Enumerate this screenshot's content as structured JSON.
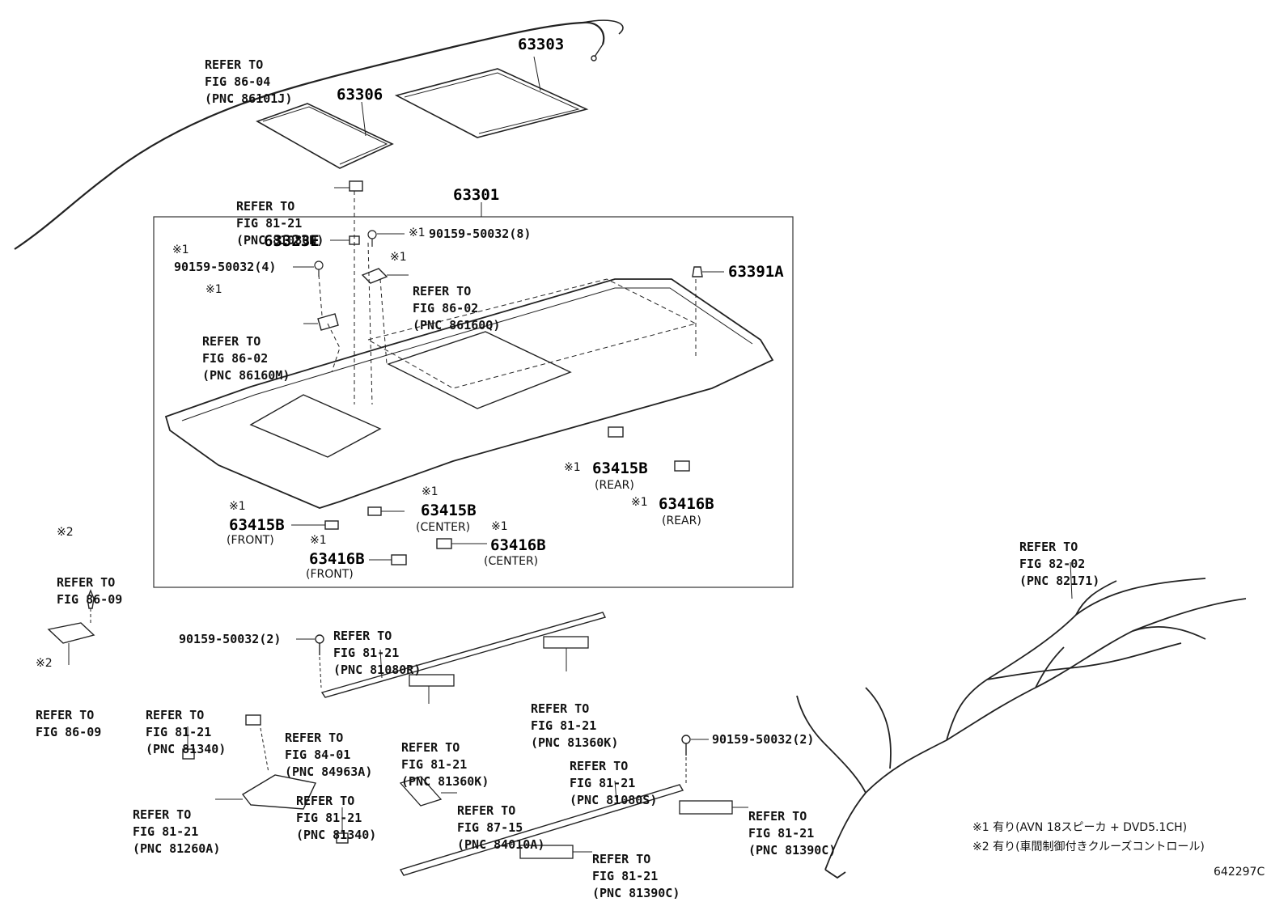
{
  "parts": {
    "p63303": "63303",
    "p63306": "63306",
    "p63301": "63301",
    "p63323e": "63323E",
    "p63391a": "63391A",
    "p63415b_rear": "63415B",
    "p63416b_rear": "63416B",
    "p63415b_center": "63415B",
    "p63416b_center": "63416B",
    "p63415b_front": "63415B",
    "p63416b_front": "63416B"
  },
  "subs": {
    "rear": "(REAR)",
    "center": "(CENTER)",
    "front": "(FRONT)"
  },
  "marks": {
    "m1": "※1",
    "m2": "※2"
  },
  "bolts": {
    "b8": "90159-50032(8)",
    "b4": "90159-50032(4)",
    "b2a": "90159-50032(2)",
    "b2b": "90159-50032(2)"
  },
  "refs": {
    "r86_04": [
      "REFER TO",
      "FIG 86-04",
      "(PNC 86101J)"
    ],
    "r81_21_n": [
      "REFER TO",
      "FIG 81-21",
      "(PNC 81080N)"
    ],
    "r86_02_q": [
      "REFER TO",
      "FIG 86-02",
      "(PNC 86160Q)"
    ],
    "r86_02_m": [
      "REFER TO",
      "FIG 86-02",
      "(PNC 86160M)"
    ],
    "r86_09_top": [
      "REFER TO",
      "FIG 86-09"
    ],
    "r86_09_bot": [
      "REFER TO",
      "FIG 86-09"
    ],
    "r81_21_r": [
      "REFER TO",
      "FIG 81-21",
      "(PNC 81080R)"
    ],
    "r81_21_340a": [
      "REFER TO",
      "FIG 81-21",
      "(PNC 81340)"
    ],
    "r84_01": [
      "REFER TO",
      "FIG 84-01",
      "(PNC 84963A)"
    ],
    "r81_21_360k_a": [
      "REFER TO",
      "FIG 81-21",
      "(PNC 81360K)"
    ],
    "r81_21_360k_b": [
      "REFER TO",
      "FIG 81-21",
      "(PNC 81360K)"
    ],
    "r81_21_s": [
      "REFER TO",
      "FIG 81-21",
      "(PNC 81080S)"
    ],
    "r81_21_260a": [
      "REFER TO",
      "FIG 81-21",
      "(PNC 81260A)"
    ],
    "r81_21_340b": [
      "REFER TO",
      "FIG 81-21",
      "(PNC 81340)"
    ],
    "r87_15": [
      "REFER TO",
      "FIG 87-15",
      "(PNC 84010A)"
    ],
    "r81_21_390c_a": [
      "REFER TO",
      "FIG 81-21",
      "(PNC 81390C)"
    ],
    "r81_21_390c_b": [
      "REFER TO",
      "FIG 81-21",
      "(PNC 81390C)"
    ],
    "r82_02": [
      "REFER TO",
      "FIG 82-02",
      "(PNC 82171)"
    ]
  },
  "notes": {
    "n1": "※1 有り(AVN 18スピーカ + DVD5.1CH)",
    "n2": "※2 有り(車間制御付きクルーズコントロール)"
  },
  "diagram_code": "642297C"
}
